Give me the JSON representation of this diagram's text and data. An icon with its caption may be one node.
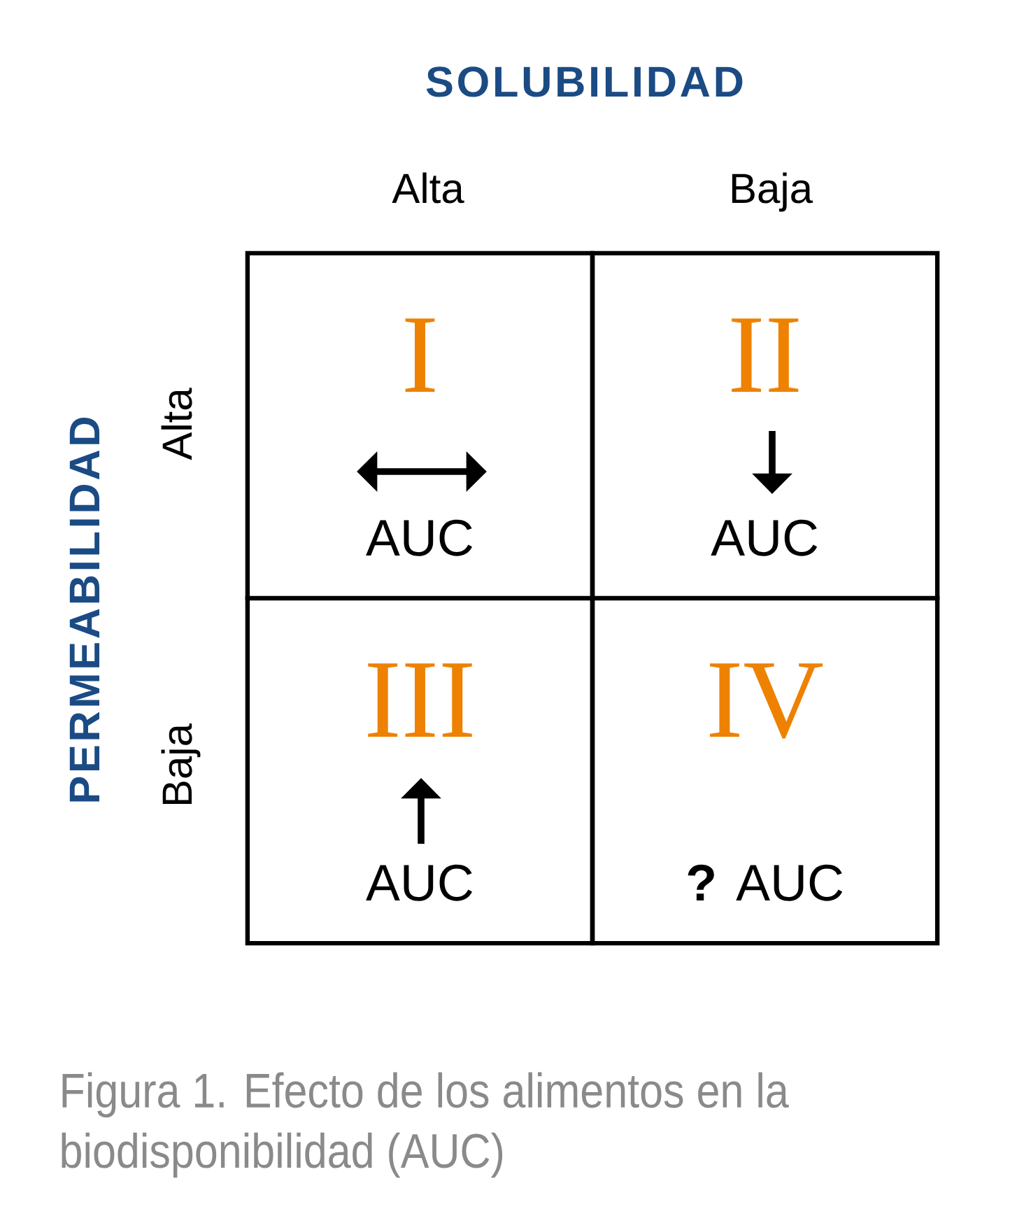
{
  "diagram": {
    "caption": "Figura 1. Efecto de los alimentos en la biodisponibilidad (AUC)",
    "nodes": [
      {
        "text": [
          "I",
          "AUC"
        ]
      },
      {
        "text": [
          "II",
          "AUC"
        ]
      },
      {
        "text": [
          "III",
          "AUC"
        ]
      },
      {
        "text": [
          "IV",
          "**?** AUC"
        ]
      }
    ],
    "labels": [
      "SOLUBILIDAD",
      "Alta",
      "Baja",
      "PERMEABILIDAD",
      "Alta",
      "Baja"
    ]
  }
}
